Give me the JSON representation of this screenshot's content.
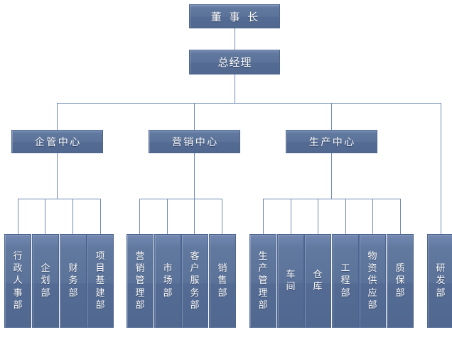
{
  "chart": {
    "type": "org-chart",
    "title": "",
    "palette": {
      "node_fill_top": "#7288b2",
      "node_fill_bottom": "#51688f",
      "node_border": "#4c6590",
      "connector": "#6f8ab3",
      "text": "#ffffff",
      "background": "#ffffff"
    },
    "levels": [
      {
        "level": 1,
        "nodes": [
          "chairman"
        ]
      },
      {
        "level": 2,
        "nodes": [
          "general_manager"
        ]
      },
      {
        "level": 3,
        "nodes": [
          "center_admin",
          "center_marketing",
          "center_production"
        ]
      },
      {
        "level": 4,
        "nodes": [
          "departments"
        ]
      }
    ]
  },
  "top": {
    "chairman": "董 事 长",
    "general_manager": "总经理"
  },
  "centers": [
    {
      "id": "center-admin",
      "label": "企管中心"
    },
    {
      "id": "center-marketing",
      "label": "营销中心"
    },
    {
      "id": "center-production",
      "label": "生产中心"
    }
  ],
  "groups": [
    {
      "id": "group-admin",
      "parent": "企管中心",
      "departments": [
        {
          "id": "dept-admin-hr",
          "label": "行政人事部",
          "chars": [
            "行",
            "政",
            "人",
            "事",
            "部"
          ]
        },
        {
          "id": "dept-planning",
          "label": "企划部",
          "chars": [
            "企",
            "划",
            "部"
          ]
        },
        {
          "id": "dept-finance",
          "label": "财务部",
          "chars": [
            "财",
            "务",
            "部"
          ]
        },
        {
          "id": "dept-project-construction",
          "label": "项目基建部",
          "chars": [
            "项",
            "目",
            "基",
            "建",
            "部"
          ]
        }
      ]
    },
    {
      "id": "group-marketing",
      "parent": "营销中心",
      "departments": [
        {
          "id": "dept-marketing-mgmt",
          "label": "营销管理部",
          "chars": [
            "营",
            "销",
            "管",
            "理",
            "部"
          ]
        },
        {
          "id": "dept-market",
          "label": "市场部",
          "chars": [
            "市",
            "场",
            "部"
          ]
        },
        {
          "id": "dept-customer-service",
          "label": "客户服务部",
          "chars": [
            "客",
            "户",
            "服",
            "务",
            "部"
          ]
        },
        {
          "id": "dept-sales",
          "label": "销售部",
          "chars": [
            "销",
            "售",
            "部"
          ]
        }
      ]
    },
    {
      "id": "group-production",
      "parent": "生产中心",
      "departments": [
        {
          "id": "dept-production-mgmt",
          "label": "生产管理部",
          "chars": [
            "生",
            "产",
            "管",
            "理",
            "部"
          ]
        },
        {
          "id": "dept-workshop",
          "label": "车间",
          "chars": [
            "车",
            "间"
          ]
        },
        {
          "id": "dept-warehouse",
          "label": "仓库",
          "chars": [
            "仓",
            "库"
          ]
        },
        {
          "id": "dept-engineering",
          "label": "工程部",
          "chars": [
            "工",
            "程",
            "部"
          ]
        },
        {
          "id": "dept-material-supply",
          "label": "物资供应部",
          "chars": [
            "物",
            "资",
            "供",
            "应",
            "部"
          ]
        },
        {
          "id": "dept-quality",
          "label": "质保部",
          "chars": [
            "质",
            "保",
            "部"
          ]
        }
      ]
    }
  ],
  "standalone": [
    {
      "id": "dept-rnd",
      "label": "研发部",
      "chars": [
        "研",
        "发",
        "部"
      ],
      "parent": "总经理"
    }
  ]
}
